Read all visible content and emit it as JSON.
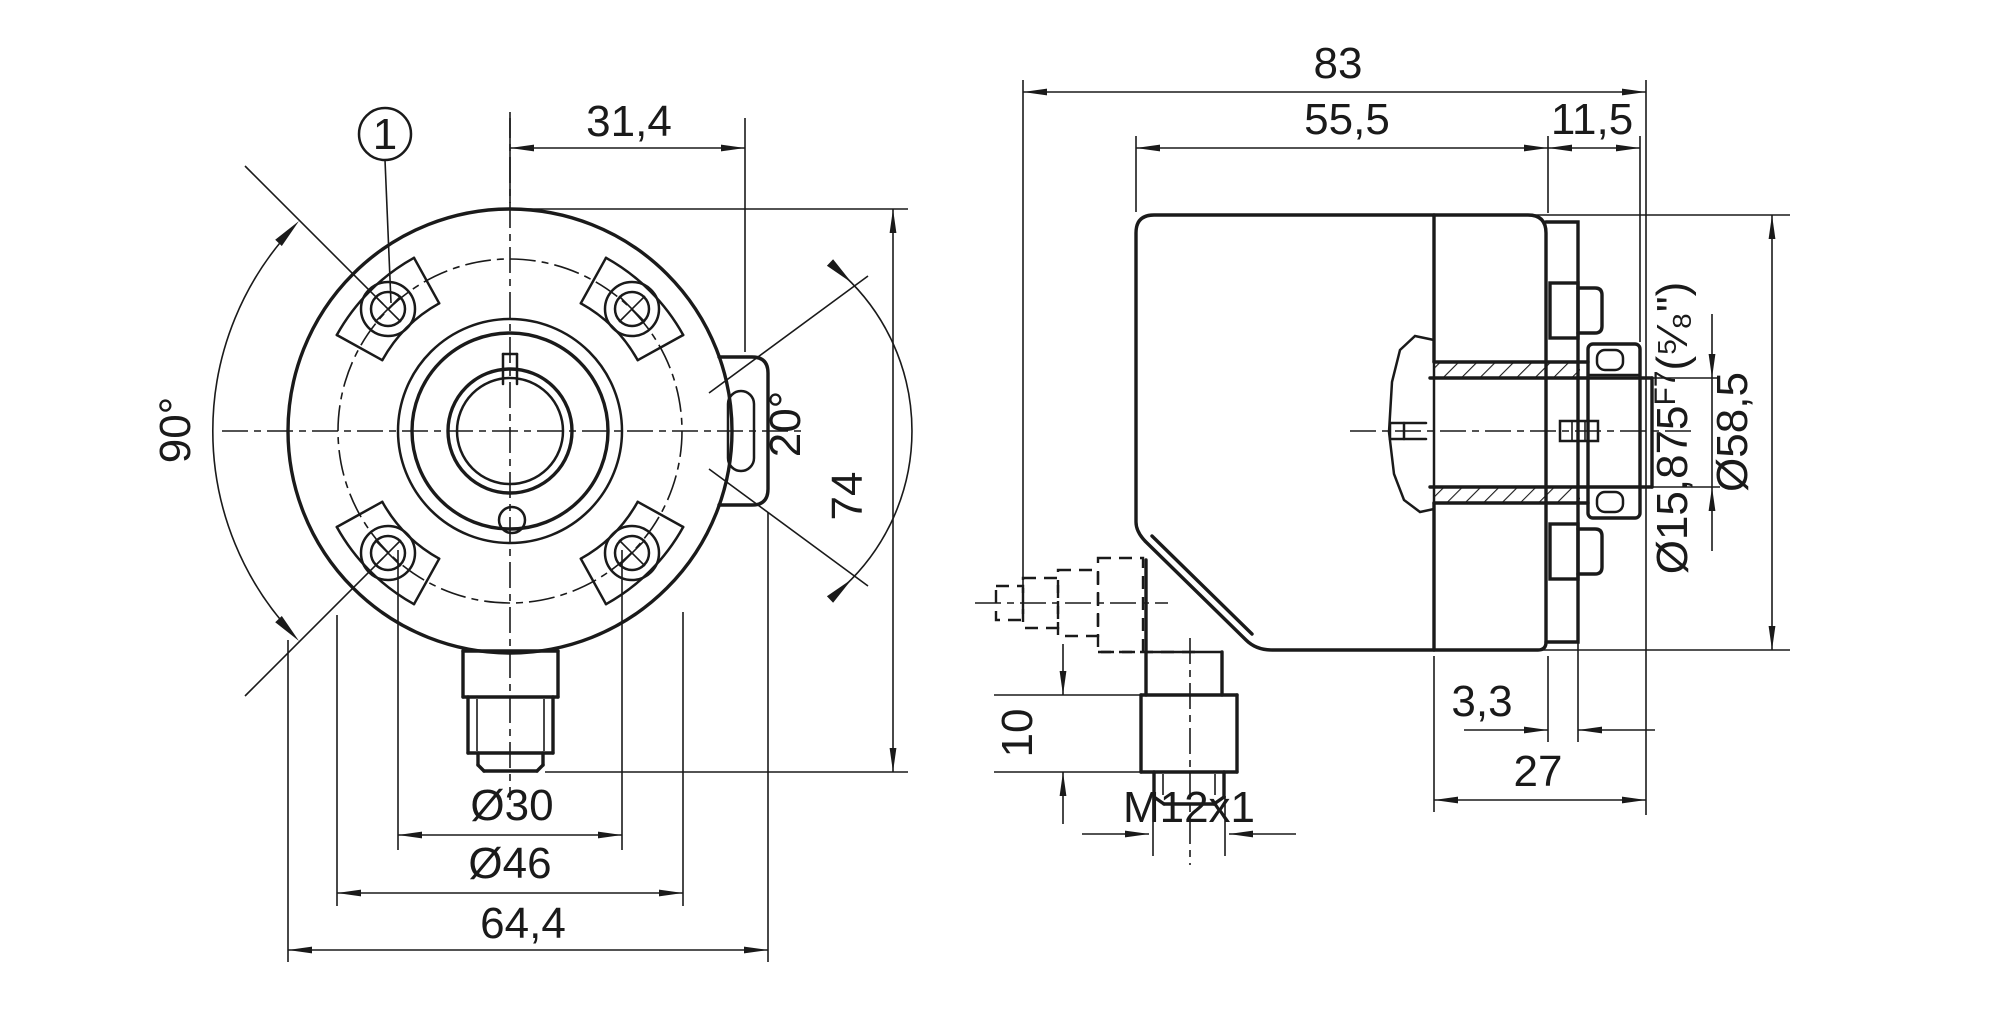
{
  "colors": {
    "ink": "#1a1a1a",
    "background": "#ffffff"
  },
  "callout": {
    "label": "1"
  },
  "front_view": {
    "dim_center_to_tab": "31,4",
    "angle_mounting": "90°",
    "angle_tab": "20°",
    "dim_height": "74",
    "dia_hub": "Ø30",
    "dia_bolt_circle": "Ø46",
    "dim_overall_width": "64,4"
  },
  "side_view": {
    "dim_overall_depth": "83",
    "dim_body_depth": "55,5",
    "dim_rear_section": "11,5",
    "shaft_bore": {
      "dia": "Ø15,875",
      "fit": "F7",
      "inch": "(⁵⁄₈\")"
    },
    "dia_housing": "Ø58,5",
    "dim_flange_offset": "3,3",
    "dim_clamp_depth": "27",
    "dim_connector_height": "10",
    "thread_connector": "M12x1"
  }
}
